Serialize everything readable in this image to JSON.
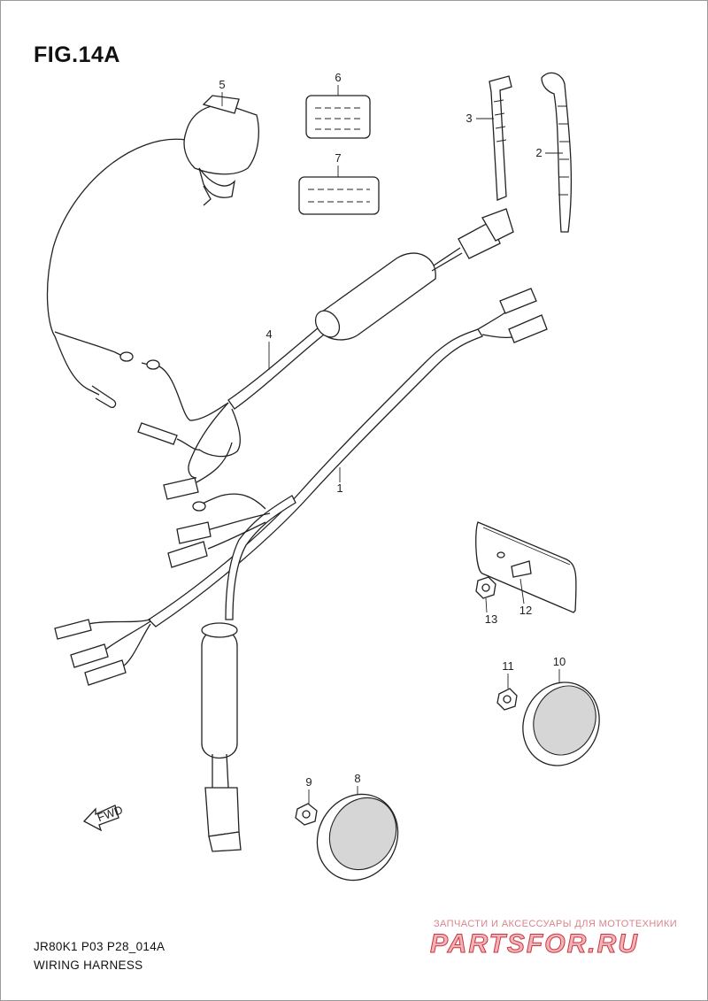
{
  "figure": {
    "title": "FIG.14A"
  },
  "callouts": [
    {
      "id": "1",
      "label": "1"
    },
    {
      "id": "2",
      "label": "2"
    },
    {
      "id": "3",
      "label": "3"
    },
    {
      "id": "4",
      "label": "4"
    },
    {
      "id": "5",
      "label": "5"
    },
    {
      "id": "6",
      "label": "6"
    },
    {
      "id": "7",
      "label": "7"
    },
    {
      "id": "8",
      "label": "8"
    },
    {
      "id": "9",
      "label": "9"
    },
    {
      "id": "10",
      "label": "10"
    },
    {
      "id": "11",
      "label": "11"
    },
    {
      "id": "12",
      "label": "12"
    },
    {
      "id": "13",
      "label": "13"
    }
  ],
  "direction_mark": {
    "text": "FWD"
  },
  "footer": {
    "code": "JR80K1 P03 P28_014A",
    "caption": "WIRING HARNESS"
  },
  "watermark": {
    "tagline": "ЗАПЧАСТИ И АКСЕССУАРЫ ДЛЯ МОТОТЕХНИКИ",
    "logo": "PARTSFOR.RU"
  }
}
